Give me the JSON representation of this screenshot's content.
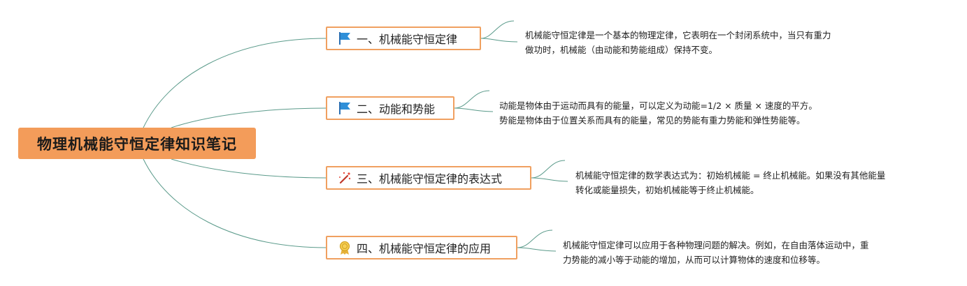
{
  "root": {
    "title": "物理机械能守恒定律知识笔记"
  },
  "branches": [
    {
      "label": "一、机械能守恒定律",
      "icon": "blue-flag-icon",
      "note": [
        "机械能守恒定律是一个基本的物理定律，它表明在一个封闭系统中，当只有重力",
        "做功时，机械能（由动能和势能组成）保持不变。"
      ]
    },
    {
      "label": "二、动能和势能",
      "icon": "blue-flag-icon",
      "note": [
        "动能是物体由于运动而具有的能量，可以定义为动能=1/2 × 质量 × 速度的平方。",
        "势能是物体由于位置关系而具有的能量，常见的势能有重力势能和弹性势能等。"
      ]
    },
    {
      "label": "三、机械能守恒定律的表达式",
      "icon": "sparkle-wand-icon",
      "note": [
        "机械能守恒定律的数学表达式为：初始机械能 = 终止机械能。如果没有其他能量",
        "转化或能量损失，初始机械能等于终止机械能。"
      ]
    },
    {
      "label": "四、机械能守恒定律的应用",
      "icon": "award-medal-icon",
      "note": [
        "机械能守恒定律可以应用于各种物理问题的解决。例如，在自由落体运动中，重",
        "力势能的减小等于动能的增加，从而可以计算物体的速度和位移等。"
      ]
    }
  ],
  "colors": {
    "root_fill": "#f39c5a",
    "branch_border": "#f0a060",
    "connector": "#5a9a8a"
  }
}
